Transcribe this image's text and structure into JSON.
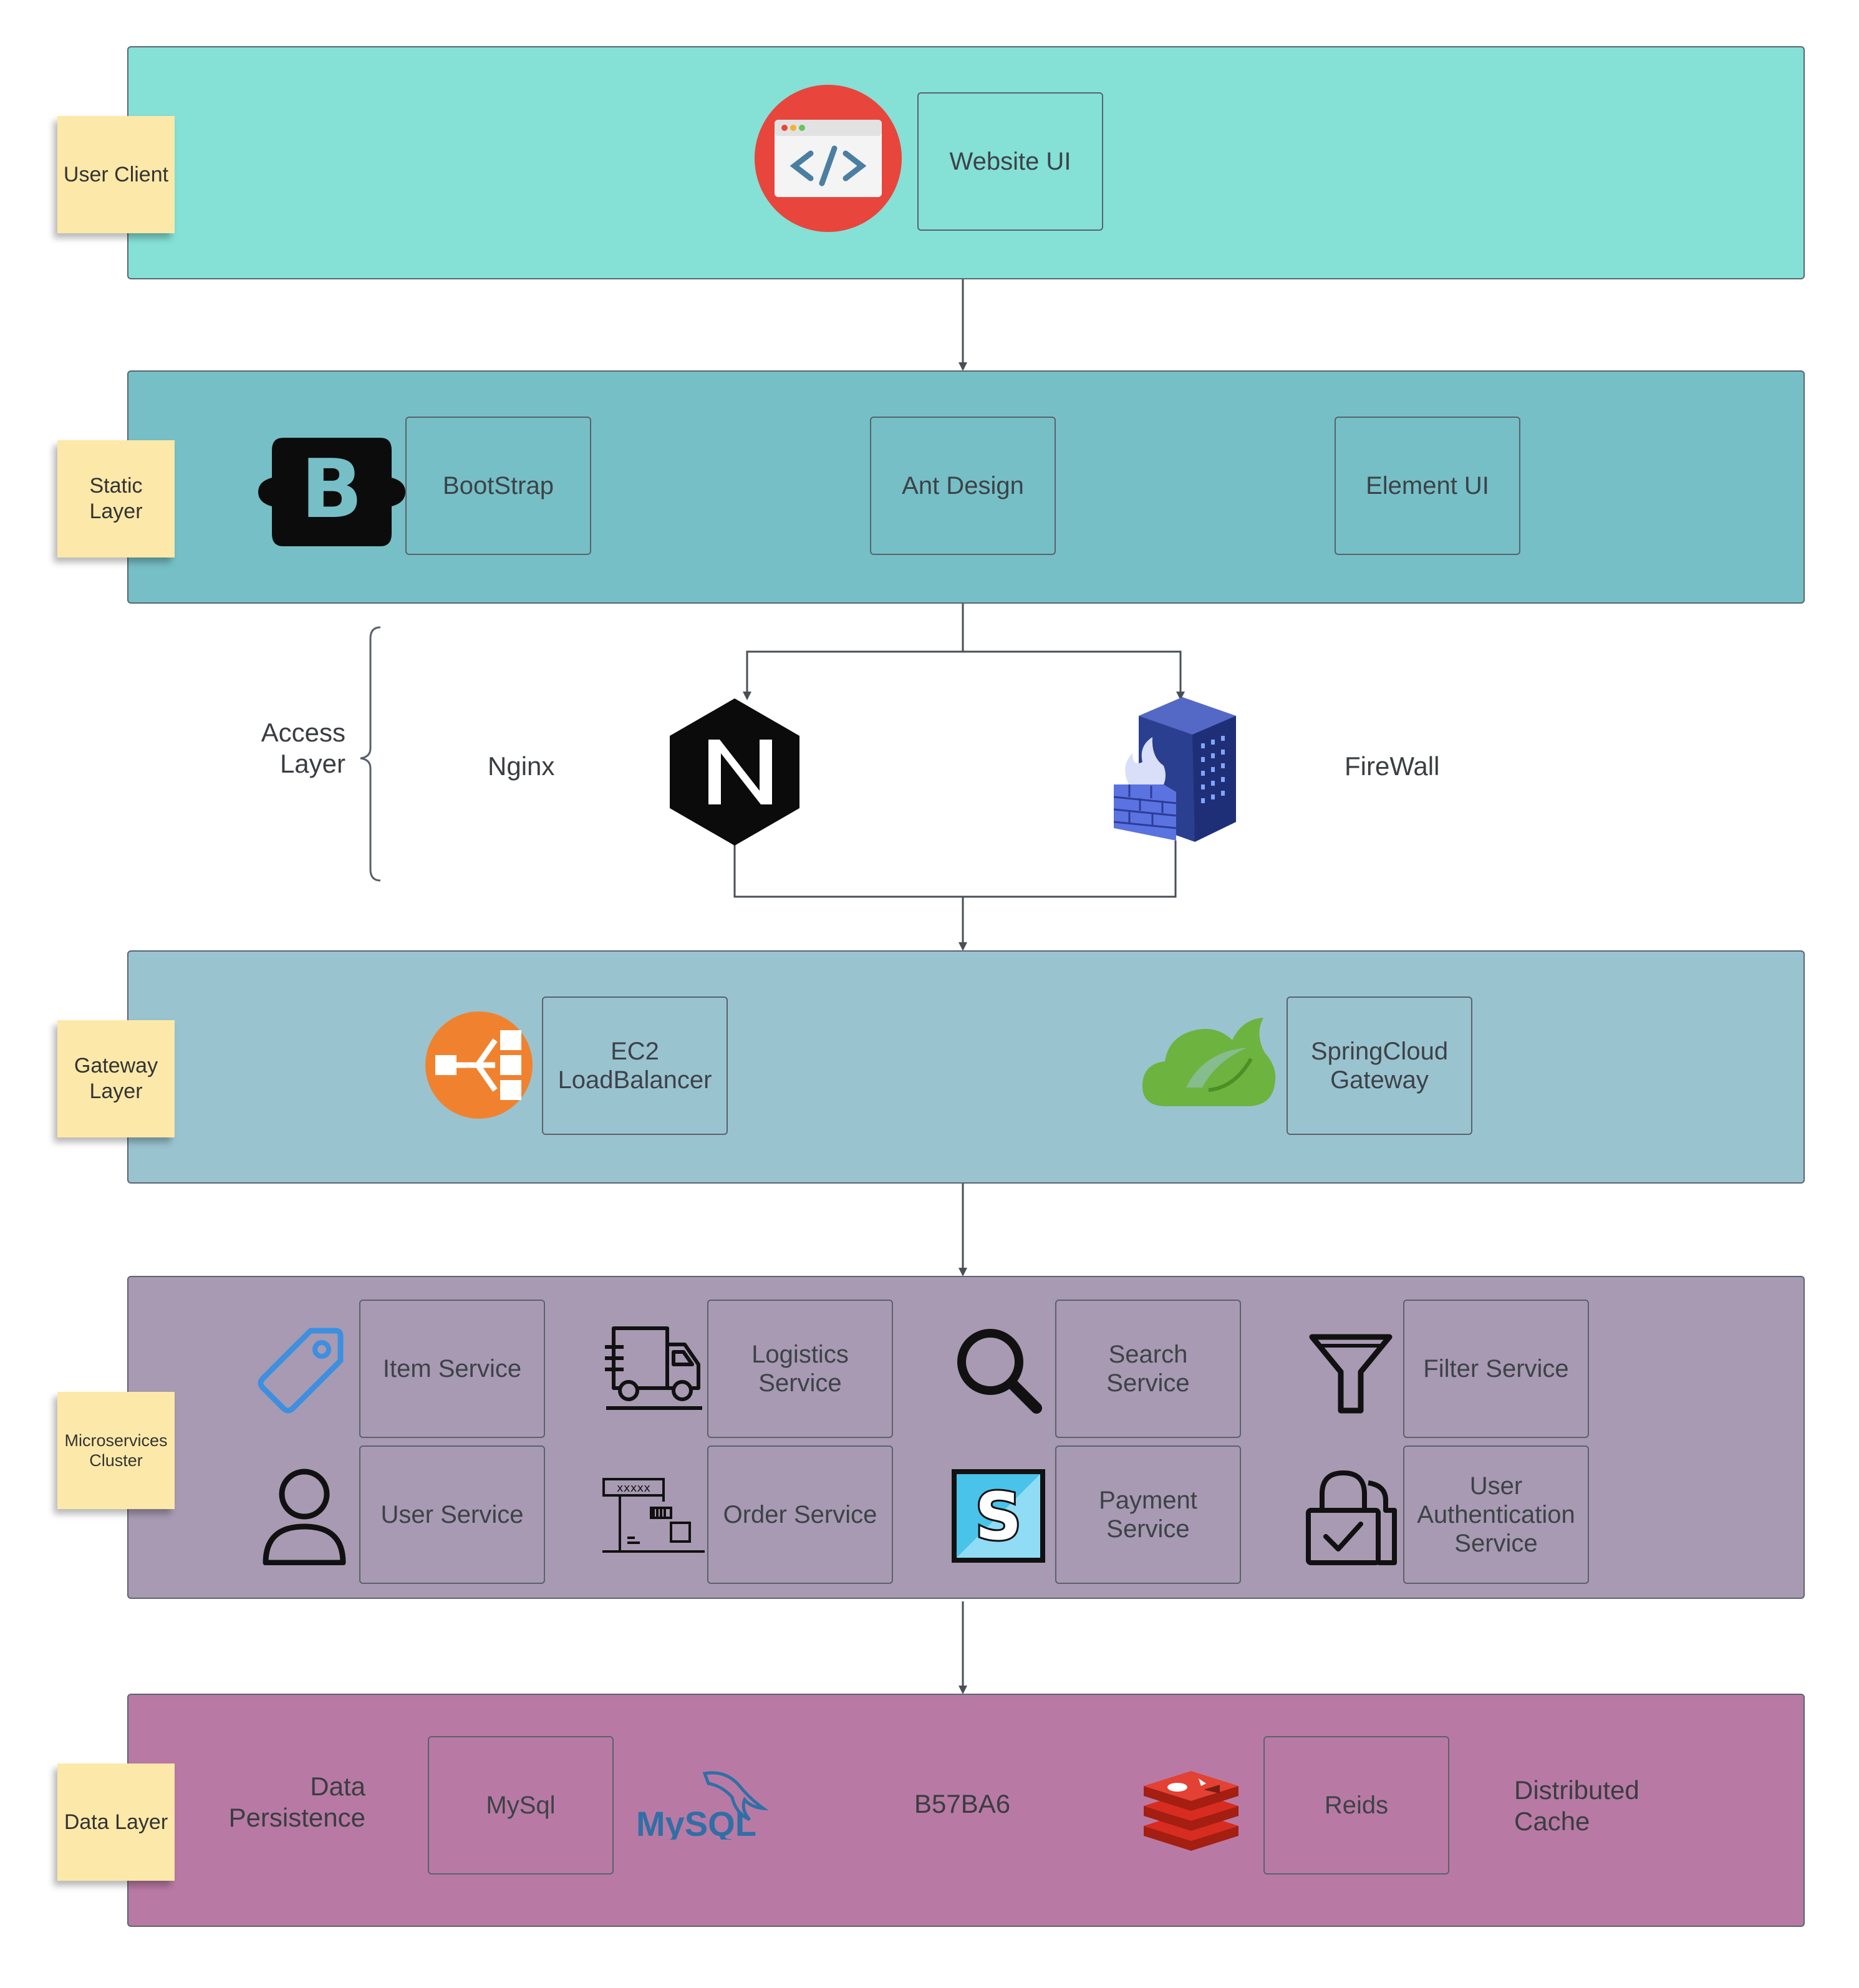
{
  "colors": {
    "user_client_bg": "#85E0D6",
    "static_layer_bg": "#76BFC6",
    "gateway_layer_bg": "#9AC3D0",
    "microservices_bg": "#A89AB2",
    "data_layer_bg": "#B87AA4",
    "sticky_note": "#FCE9A9",
    "connector": "#4A4F57"
  },
  "layers": {
    "user_client": {
      "note": "User Client",
      "icon": "browser-code-icon",
      "boxes": [
        "Website UI"
      ]
    },
    "static_layer": {
      "note": "Static\nLayer",
      "icon": "bootstrap-logo-icon",
      "boxes": [
        "BootStrap",
        "Ant Design",
        "Element UI"
      ]
    },
    "access_layer": {
      "label": "Access\nLayer",
      "nginx_label": "Nginx",
      "firewall_label": "FireWall",
      "icons": [
        "nginx-logo-icon",
        "firewall-server-icon"
      ]
    },
    "gateway_layer": {
      "note": "Gateway\nLayer",
      "boxes": [
        "EC2\nLoadBalancer",
        "SpringCloud\nGateway"
      ],
      "icons": [
        "load-balancer-icon",
        "spring-cloud-icon"
      ]
    },
    "microservices": {
      "note": "Microservices\nCluster",
      "services": [
        {
          "label": "Item Service",
          "icon": "tag-icon"
        },
        {
          "label": "Logistics\nService",
          "icon": "truck-icon"
        },
        {
          "label": "Search\nService",
          "icon": "search-icon"
        },
        {
          "label": "Filter Service",
          "icon": "filter-icon"
        },
        {
          "label": "User Service",
          "icon": "user-icon"
        },
        {
          "label": "Order Service",
          "icon": "warehouse-icon"
        },
        {
          "label": "Payment\nService",
          "icon": "payment-s-icon"
        },
        {
          "label": "User\nAuthentication\nService",
          "icon": "lock-check-icon"
        }
      ]
    },
    "data_layer": {
      "note": "Data Layer",
      "persistence_label": "Data\nPersistence",
      "cache_label": "Distributed\nCache",
      "center_text": "B57BA6",
      "mysql_logo_text": "MySQL",
      "boxes": [
        "MySql",
        "Reids"
      ],
      "icons": [
        "mysql-logo-icon",
        "redis-logo-icon"
      ]
    }
  }
}
